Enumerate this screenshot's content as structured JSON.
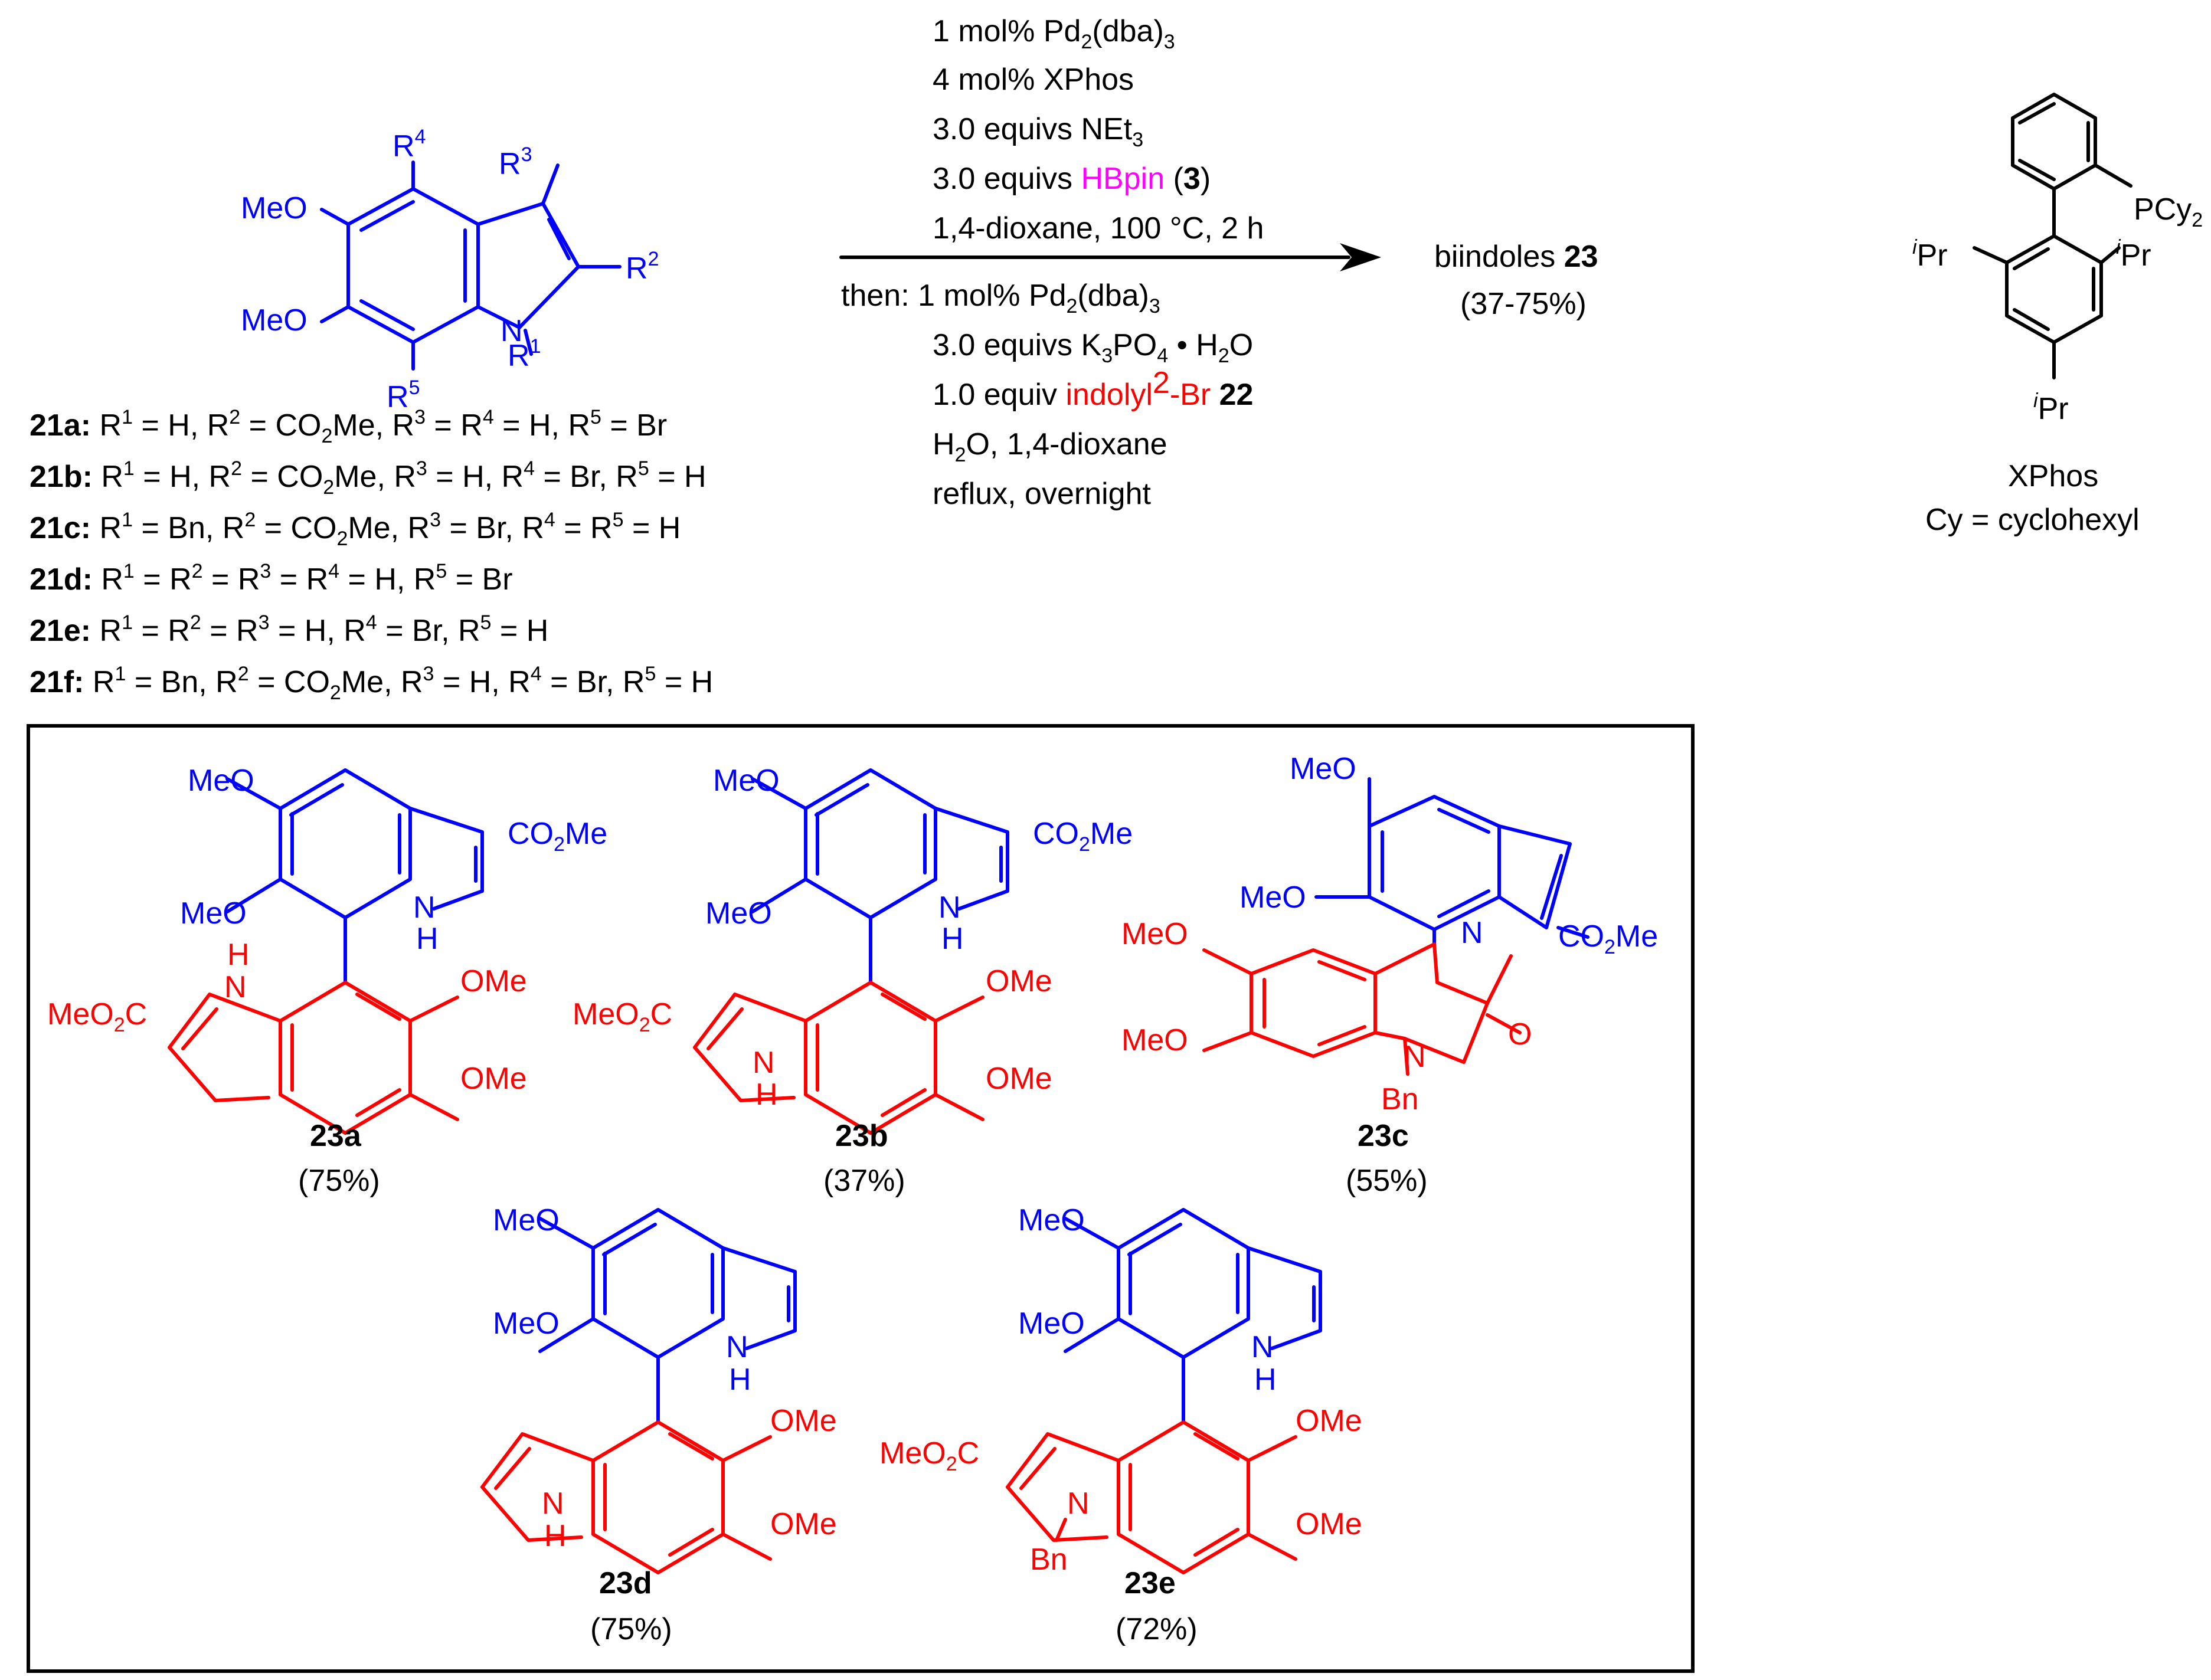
{
  "colors": {
    "blue": "#0000ff",
    "red": "#ff0000",
    "magenta": "#ff00ff",
    "black": "#000000"
  },
  "labels": {
    "MeO": "MeO",
    "OMe": "OMe",
    "MeO2C_a": "MeO",
    "MeO2C_b": "C",
    "CO2Me_a": "CO",
    "CO2Me_b": "Me",
    "sub2": "2",
    "H": "H",
    "N": "N",
    "NH": "N",
    "Bn": "Bn",
    "O": "O",
    "R": "R",
    "sup1": "1",
    "sup2": "2",
    "sup3": "3",
    "sup4": "4",
    "sup5": "5",
    "PCy": "PCy",
    "iso": "i",
    "Pr": "Pr"
  },
  "conditions": {
    "l1a": "1 mol% Pd",
    "l1b": "2",
    "l1c": "(dba)",
    "l1d": "3",
    "l2": "4 mol% XPhos",
    "l3a": "3.0 equivs NEt",
    "l3b": "3",
    "l4a": "3.0 equivs ",
    "l4b": "HBpin",
    "l4c": " (",
    "l4d": "3",
    "l4e": ")",
    "l5": "1,4-dioxane, 100 °C, 2 h",
    "l6a": "then: 1 mol% Pd",
    "l6b": "2",
    "l6c": "(dba)",
    "l6d": "3",
    "l7a": "3.0 equivs K",
    "l7b": "3",
    "l7c": "PO",
    "l7d": "4",
    "l7e": " • H",
    "l7f": "2",
    "l7g": "O",
    "l8a": "1.0 equiv ",
    "l8b": "indolyl",
    "l8c": "2",
    "l8d": "-Br",
    "l8e": " 22",
    "l9a": "H",
    "l9b": "2",
    "l9c": "O, 1,4-dioxane",
    "l10": "reflux, overnight"
  },
  "product": {
    "name": "biindoles ",
    "num": "23",
    "yield": "(37-75%)"
  },
  "substrates": [
    {
      "id": "21a:",
      "parts": [
        " R",
        "1",
        " = H, R",
        "2",
        " = CO",
        "2",
        "Me, R",
        "3",
        " = R",
        "4",
        " = H, R",
        "5",
        " = Br"
      ]
    },
    {
      "id": "21b:",
      "parts": [
        " R",
        "1",
        " = H, R",
        "2",
        " = CO",
        "2",
        "Me, R",
        "3",
        " = H, R",
        "4",
        " = Br, R",
        "5",
        " = H"
      ]
    },
    {
      "id": "21c:",
      "parts": [
        " R",
        "1",
        " = Bn, R",
        "2",
        " = CO",
        "2",
        "Me, R",
        "3",
        " = Br,  R",
        "4",
        " =  R",
        "5",
        " = H"
      ]
    },
    {
      "id": "21d:",
      "parts": [
        " R",
        "1",
        " = R",
        "2",
        " =  R",
        "3",
        " = R",
        "4",
        " = H, R",
        "5",
        " = Br"
      ]
    },
    {
      "id": "21e:",
      "parts": [
        " R",
        "1",
        " = R",
        "2",
        " = R",
        "3",
        " = H, R",
        "4",
        " = Br, R",
        "5",
        " = H"
      ]
    },
    {
      "id": "21f:",
      "parts": [
        " R",
        "1",
        " = Bn, R",
        "2",
        " = CO",
        "2",
        "Me, R",
        "3",
        " = H, R",
        "4",
        " = Br, R",
        "5",
        " = H"
      ]
    }
  ],
  "xphos": {
    "name": "XPhos",
    "cy": "Cy = cyclohexyl"
  },
  "products": [
    {
      "id": "23a",
      "yield": "(75%)"
    },
    {
      "id": "23b",
      "yield": "(37%)"
    },
    {
      "id": "23c",
      "yield": "(55%)"
    },
    {
      "id": "23d",
      "yield": "(75%)"
    },
    {
      "id": "23e",
      "yield": "(72%)"
    }
  ]
}
